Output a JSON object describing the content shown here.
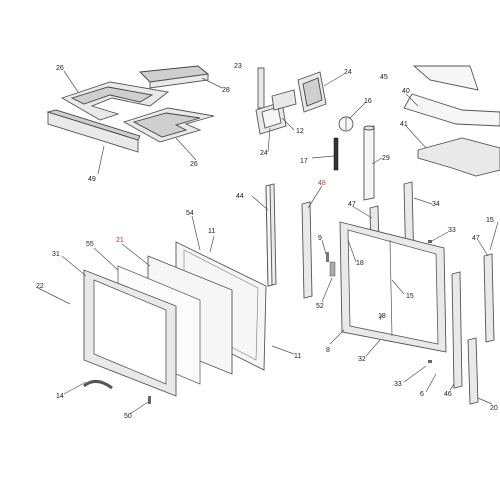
{
  "labels": {
    "l26a": "26",
    "l28": "28",
    "l23": "23",
    "l49": "49",
    "l26b": "26",
    "l24a": "24",
    "l12": "12",
    "l24b": "24",
    "l45": "45",
    "l40": "40",
    "l16": "16",
    "l17": "17",
    "l41": "41",
    "l29": "29",
    "l44": "44",
    "l48": "48",
    "l47a": "47",
    "l34": "34",
    "l54": "54",
    "l11a": "11",
    "l21": "21",
    "l55": "55",
    "l31": "31",
    "l22": "22",
    "l9": "9",
    "l52": "52",
    "l18a": "18",
    "l15a": "15",
    "l33a": "33",
    "l15b": "15",
    "l47b": "47",
    "l18b": "18",
    "l8": "8",
    "l32": "32",
    "l11b": "11",
    "l14": "14",
    "l50": "50",
    "l33b": "33",
    "l6": "6",
    "l46": "46",
    "l20": "20"
  },
  "colors": {
    "highlight": "#c0392b",
    "ink": "#222222",
    "part_fill": "#e9e9e9"
  }
}
